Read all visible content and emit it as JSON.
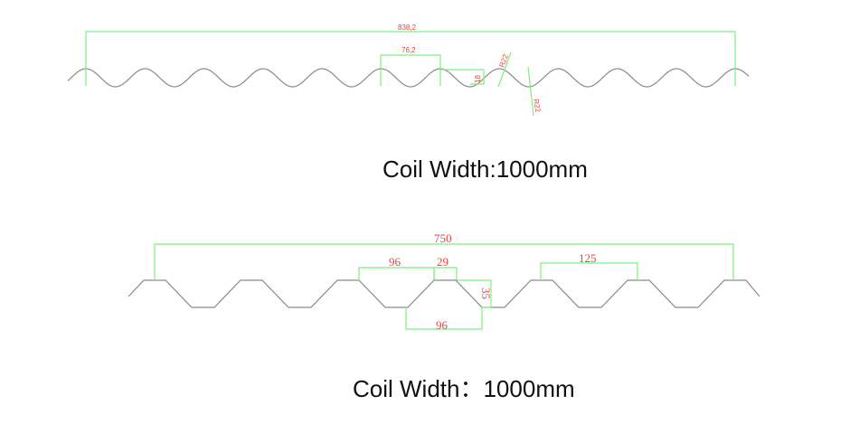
{
  "top_profile": {
    "dims": {
      "total": "838,2",
      "pitch": "76,2",
      "height": "18",
      "radius_1": "R22",
      "radius_2": "R22"
    },
    "caption": "Coil Width:1000mm"
  },
  "bottom_profile": {
    "dims": {
      "total": "750",
      "top_span": "96",
      "crest": "29",
      "height": "35",
      "bottom_span": "96",
      "pitch": "125"
    },
    "caption": "Coil Width：1000mm"
  },
  "colors": {
    "dimension": "#7ef07e",
    "label": "#f04040",
    "profile": "#8a8a8a"
  }
}
